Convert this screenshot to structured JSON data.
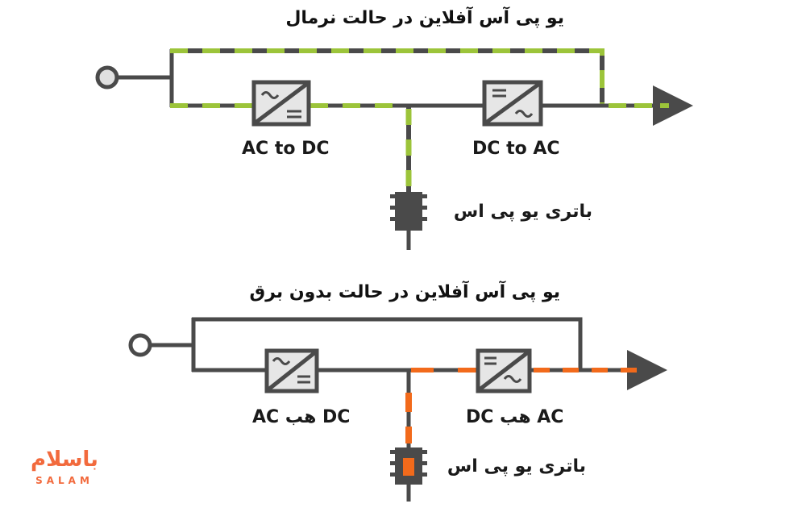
{
  "colors": {
    "wire": "#4a4a4a",
    "normal_flow": "#9cc43a",
    "battery_flow": "#f26a1b",
    "converter_fill": "#e6e6e6",
    "logo": "#f26a3d"
  },
  "top_diagram": {
    "title": "یو پی آس آفلاین در حالت نرمال",
    "left_converter_label": "AC to DC",
    "right_converter_label": "DC to AC",
    "battery_label": "باتری یو پی اس",
    "flow_color": "#9cc43a"
  },
  "bottom_diagram": {
    "title": "یو پی آس آفلاین در حالت بدون برق",
    "left_converter_label": "AC به DC",
    "right_converter_label": "DC به AC",
    "battery_label": "باتری یو پی اس",
    "flow_color": "#f26a1b"
  },
  "logo": {
    "persian_text": "باسلام",
    "english_text": "SALAM"
  },
  "icons": [
    "ac-input-terminal-icon",
    "ac-dc-rectifier-icon",
    "dc-ac-inverter-icon",
    "battery-icon",
    "output-arrow-icon"
  ]
}
